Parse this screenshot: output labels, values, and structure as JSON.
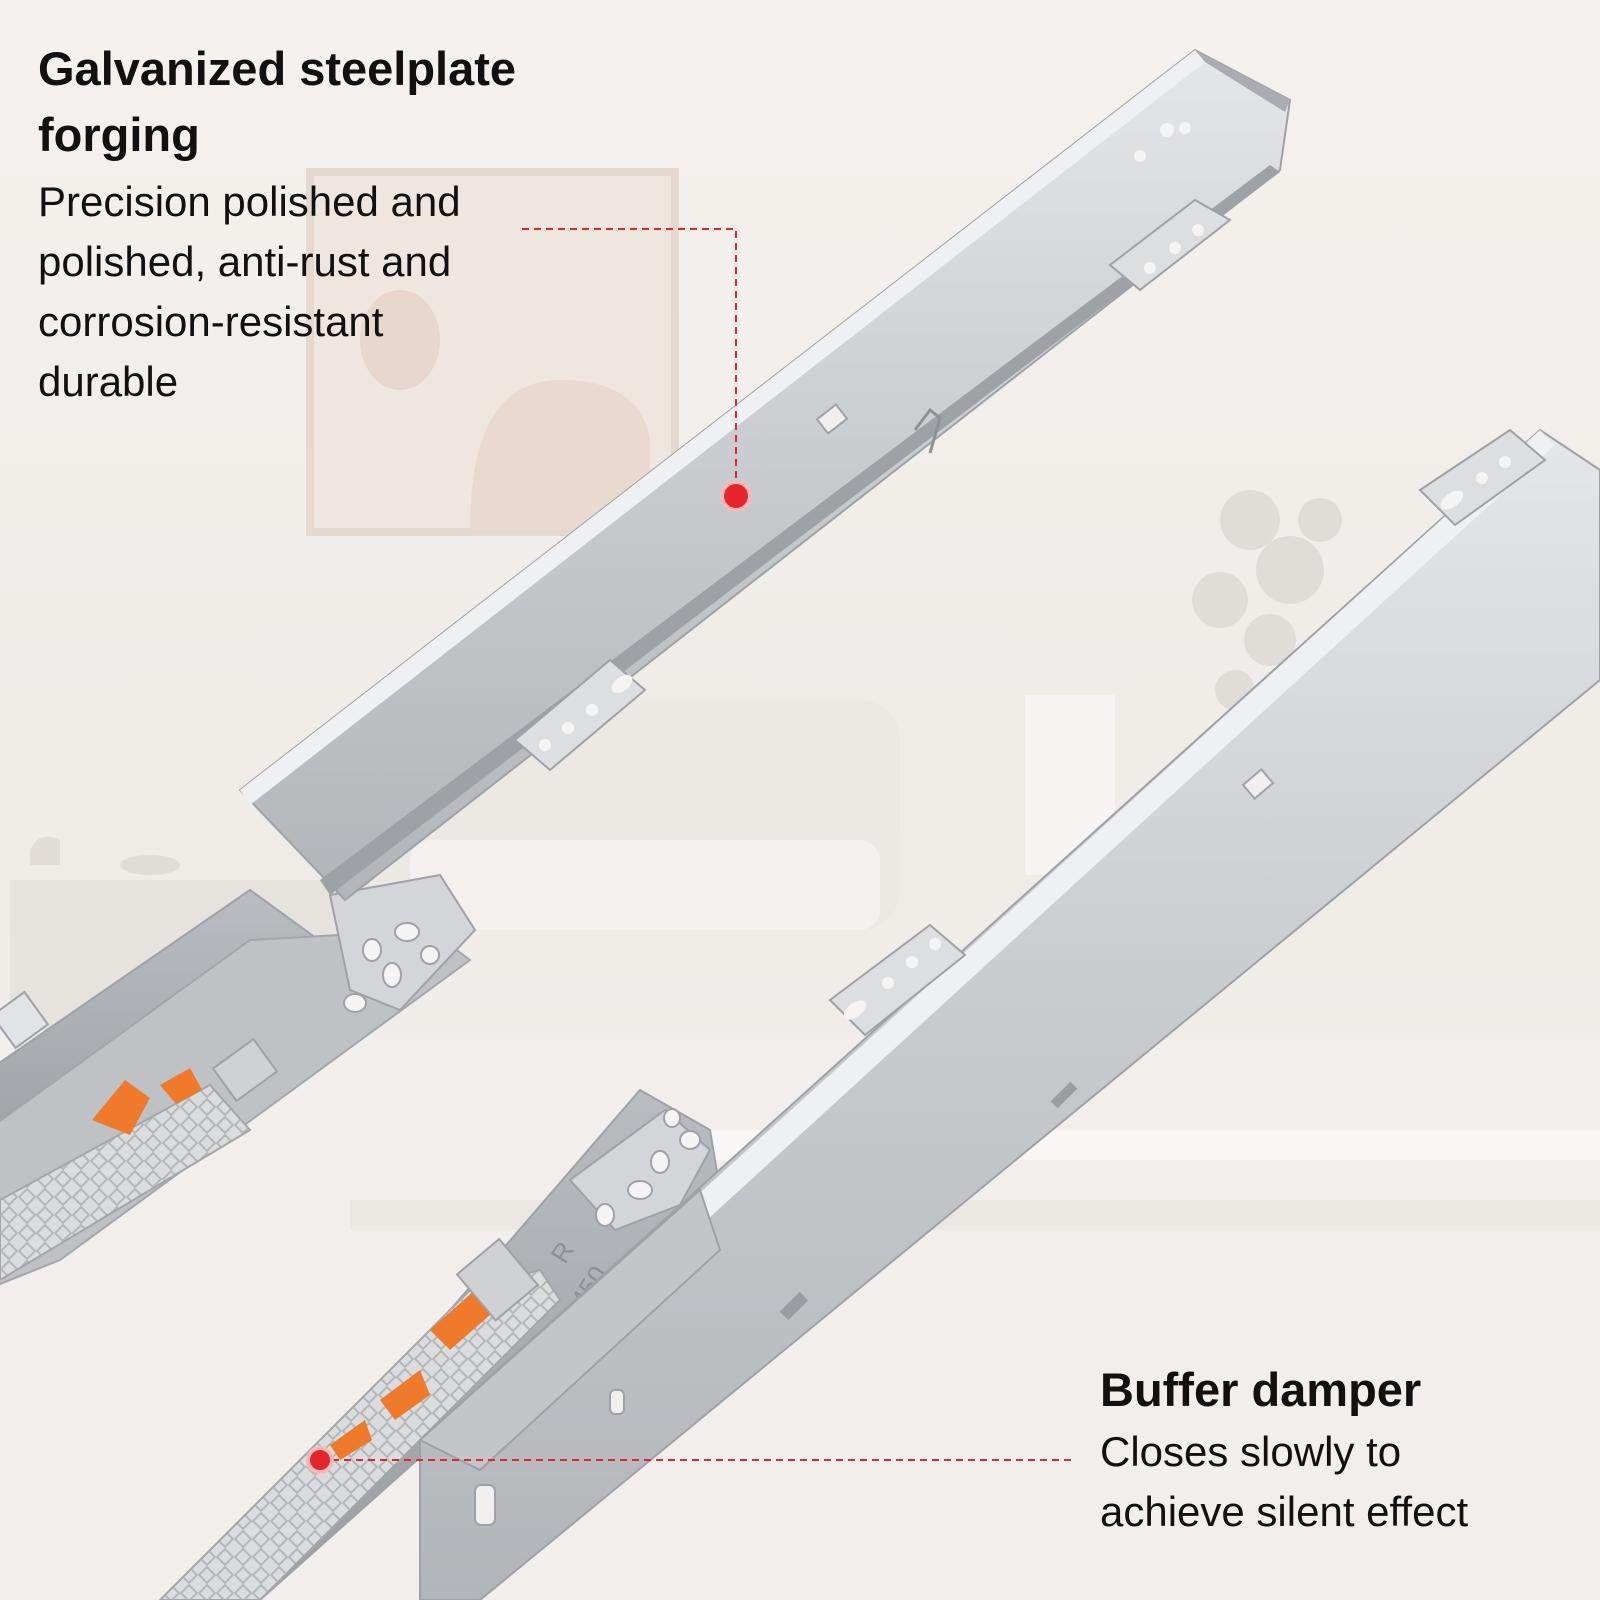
{
  "callouts": [
    {
      "heading": [
        "Galvanized steelplate",
        "forging"
      ],
      "body": [
        "Precision polished and",
        "polished, anti-rust and",
        "corrosion-resistant",
        "durable"
      ]
    },
    {
      "heading": [
        "Buffer damper"
      ],
      "body": [
        "Closes slowly to",
        "achieve silent effect"
      ]
    }
  ],
  "rail_marking": {
    "line1": "R",
    "line2": "450"
  },
  "colors": {
    "callout_dot": "#e3262c",
    "leader_line": "#e3262c",
    "steel": "#c7cacd",
    "damper_accent": "#ef7a2c",
    "background": "#f3f0ed"
  }
}
